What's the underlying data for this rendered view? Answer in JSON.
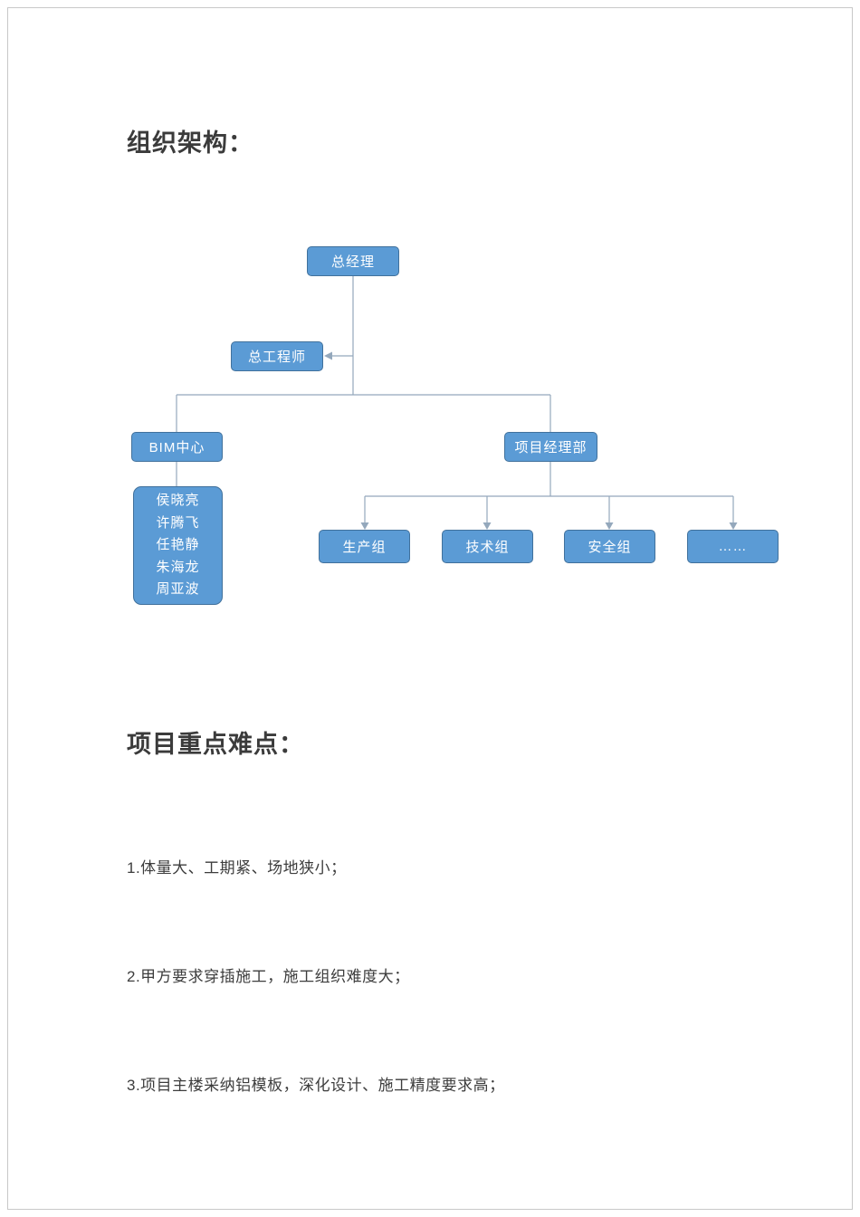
{
  "page": {
    "heading_org": "组织架构：",
    "heading_points": "项目重点难点：",
    "points": [
      "1.体量大、工期紧、场地狭小；",
      "2.甲方要求穿插施工，施工组织难度大；",
      "3.项目主楼采纳铝模板，深化设计、施工精度要求高；"
    ]
  },
  "orgchart": {
    "nodes": {
      "general_manager": "总经理",
      "chief_engineer": "总工程师",
      "bim_center": "BIM中心",
      "project_manager_dept": "项目经理部"
    },
    "bim_members": [
      "侯晓亮",
      "许腾飞",
      "任艳静",
      "朱海龙",
      "周亚波"
    ],
    "groups": [
      "生产组",
      "技术组",
      "安全组",
      "……"
    ],
    "colors": {
      "box_fill": "#5b9bd5",
      "box_border": "#41719c",
      "connector": "#94a8bc"
    }
  }
}
